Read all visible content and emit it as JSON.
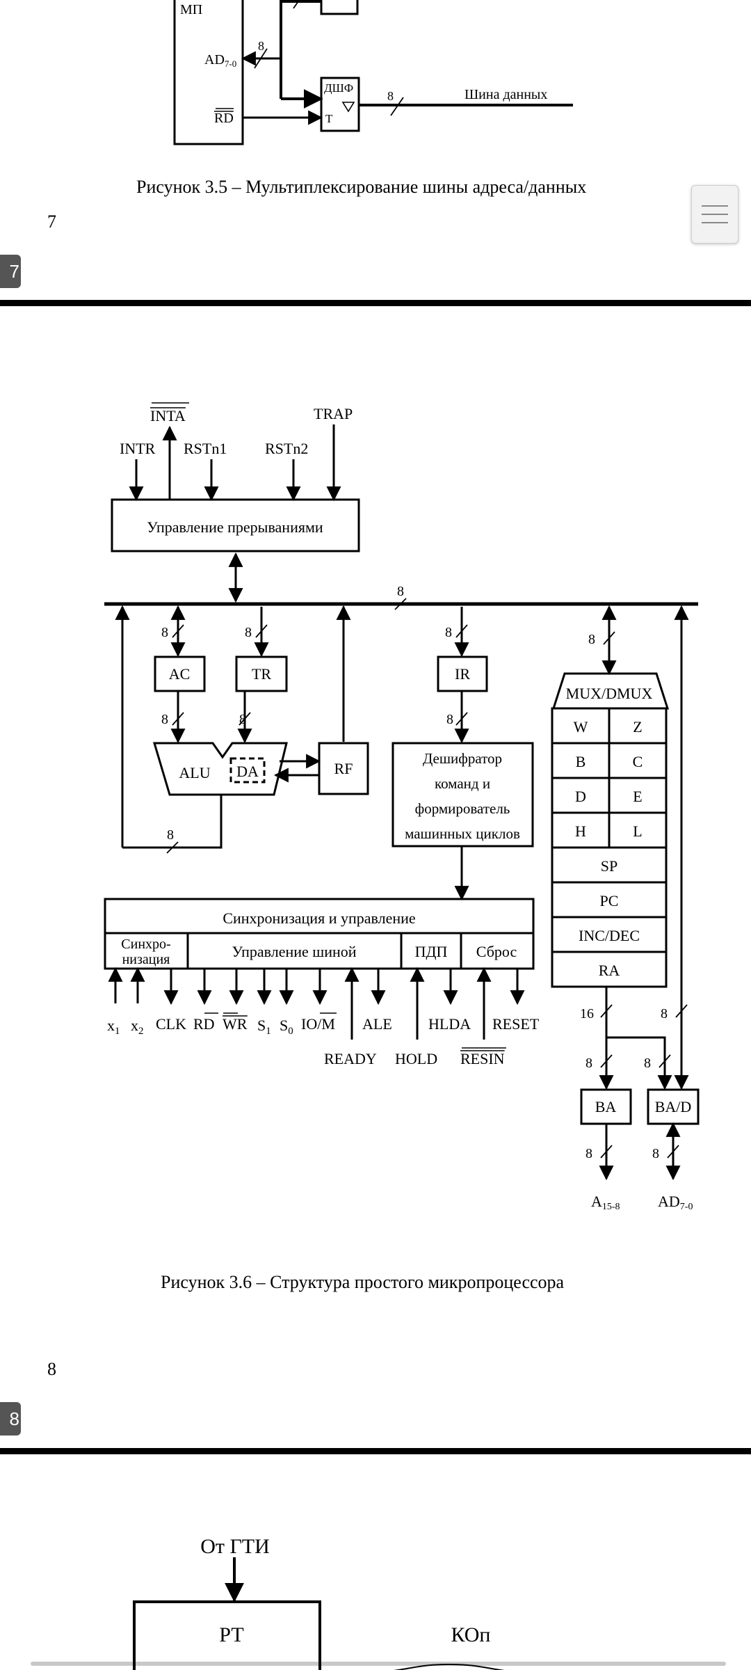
{
  "page_numbers": [
    "7",
    "8"
  ],
  "page_tabs": [
    "7",
    "8"
  ],
  "figure_35": {
    "caption": "Рисунок 3.5 – Мультиплексирование шины адреса/данных",
    "labels": {
      "mp": "МП",
      "ad": "AD",
      "ad_sub": "7-0",
      "rd": "RD",
      "dshf": "ДШФ",
      "t": "T",
      "width": "8",
      "bus": "Шина данных"
    }
  },
  "figure_36": {
    "caption": "Рисунок 3.6 – Структура простого микропроцессора",
    "interrupt_block": "Управление прерываниями",
    "interrupt_signals": {
      "intr": "INTR",
      "inta": "INTA",
      "rst1": "RSTn1",
      "rst2": "RSTn2",
      "trap": "TRAP"
    },
    "bus_width": "8",
    "blocks": {
      "ac": "AC",
      "tr": "TR",
      "ir": "IR",
      "alu": "ALU",
      "da": "DA",
      "rf": "RF",
      "decoder": [
        "Дешифратор",
        "команд и",
        "формирователь",
        "машинных циклов"
      ],
      "sync_ctrl": "Синхронизация и управление",
      "sync": [
        "Синхро-",
        "низация"
      ],
      "bus_ctrl": "Управление шиной",
      "dma": "ПДП",
      "reset": "Сброс",
      "mux": "MUX/DMUX",
      "registers": [
        [
          "W",
          "Z"
        ],
        [
          "B",
          "C"
        ],
        [
          "D",
          "E"
        ],
        [
          "H",
          "L"
        ]
      ],
      "sp": "SP",
      "pc": "PC",
      "incdec": "INC/DEC",
      "ra": "RA",
      "ba": "BA",
      "bad": "BA/D"
    },
    "control_signals_top_row": [
      "x",
      "x",
      "CLK",
      "RD",
      "WR",
      "S",
      "S",
      "IO/M",
      "ALE",
      "HLDA",
      "RESET"
    ],
    "control_signal_subscripts": {
      "x1": "1",
      "x2": "2",
      "s1": "1",
      "s0": "0"
    },
    "control_signals_bottom_row": [
      "READY",
      "HOLD",
      "RESIN"
    ],
    "bus_widths": {
      "eight": "8",
      "sixteen": "16"
    },
    "outputs": {
      "a": "A",
      "a_sub": "15-8",
      "ad": "AD",
      "ad_sub": "7-0"
    }
  },
  "figure_next": {
    "source_label": "От ГТИ",
    "rt_block": "РТ",
    "kop_label": "КОп"
  }
}
